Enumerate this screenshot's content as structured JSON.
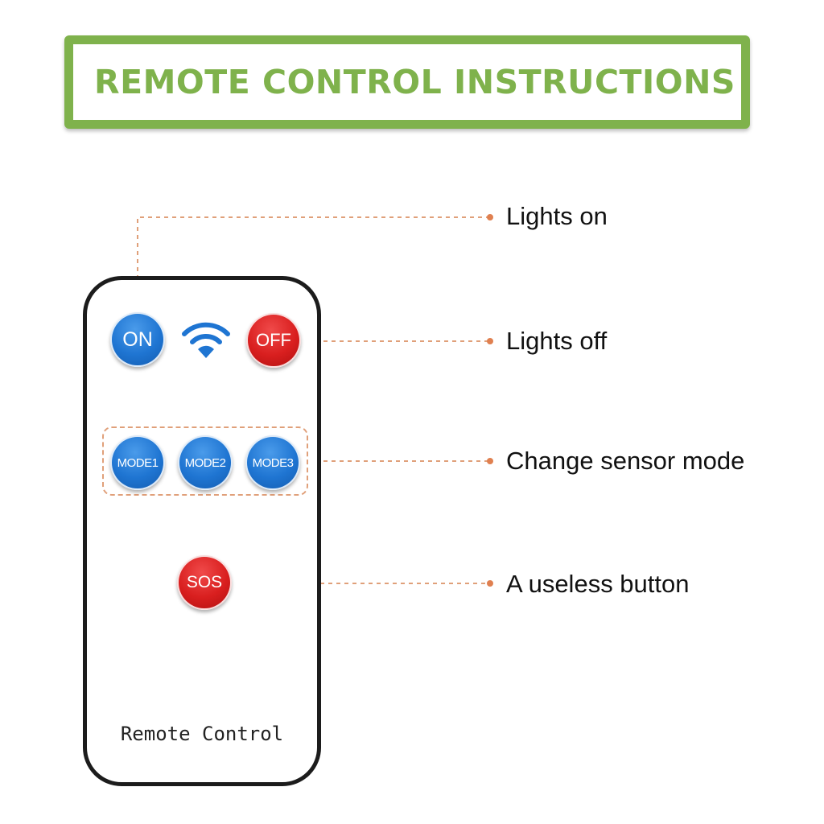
{
  "title": "REMOTE CONTROL INSTRUCTIONS",
  "remote": {
    "buttons": {
      "on": "ON",
      "off": "OFF",
      "mode1": "MODE1",
      "mode2": "MODE2",
      "mode3": "MODE3",
      "sos": "SOS"
    },
    "brand_label": "Remote Control"
  },
  "callouts": {
    "lights_on": "Lights on",
    "lights_off": "Lights off",
    "change_mode": "Change sensor mode",
    "useless": "A useless button"
  },
  "colors": {
    "accent_green": "#7fb24c",
    "button_blue": "#1f75d2",
    "button_red": "#d91f1f",
    "leader_line": "#e0a07a"
  },
  "icons": [
    "wifi-icon"
  ]
}
